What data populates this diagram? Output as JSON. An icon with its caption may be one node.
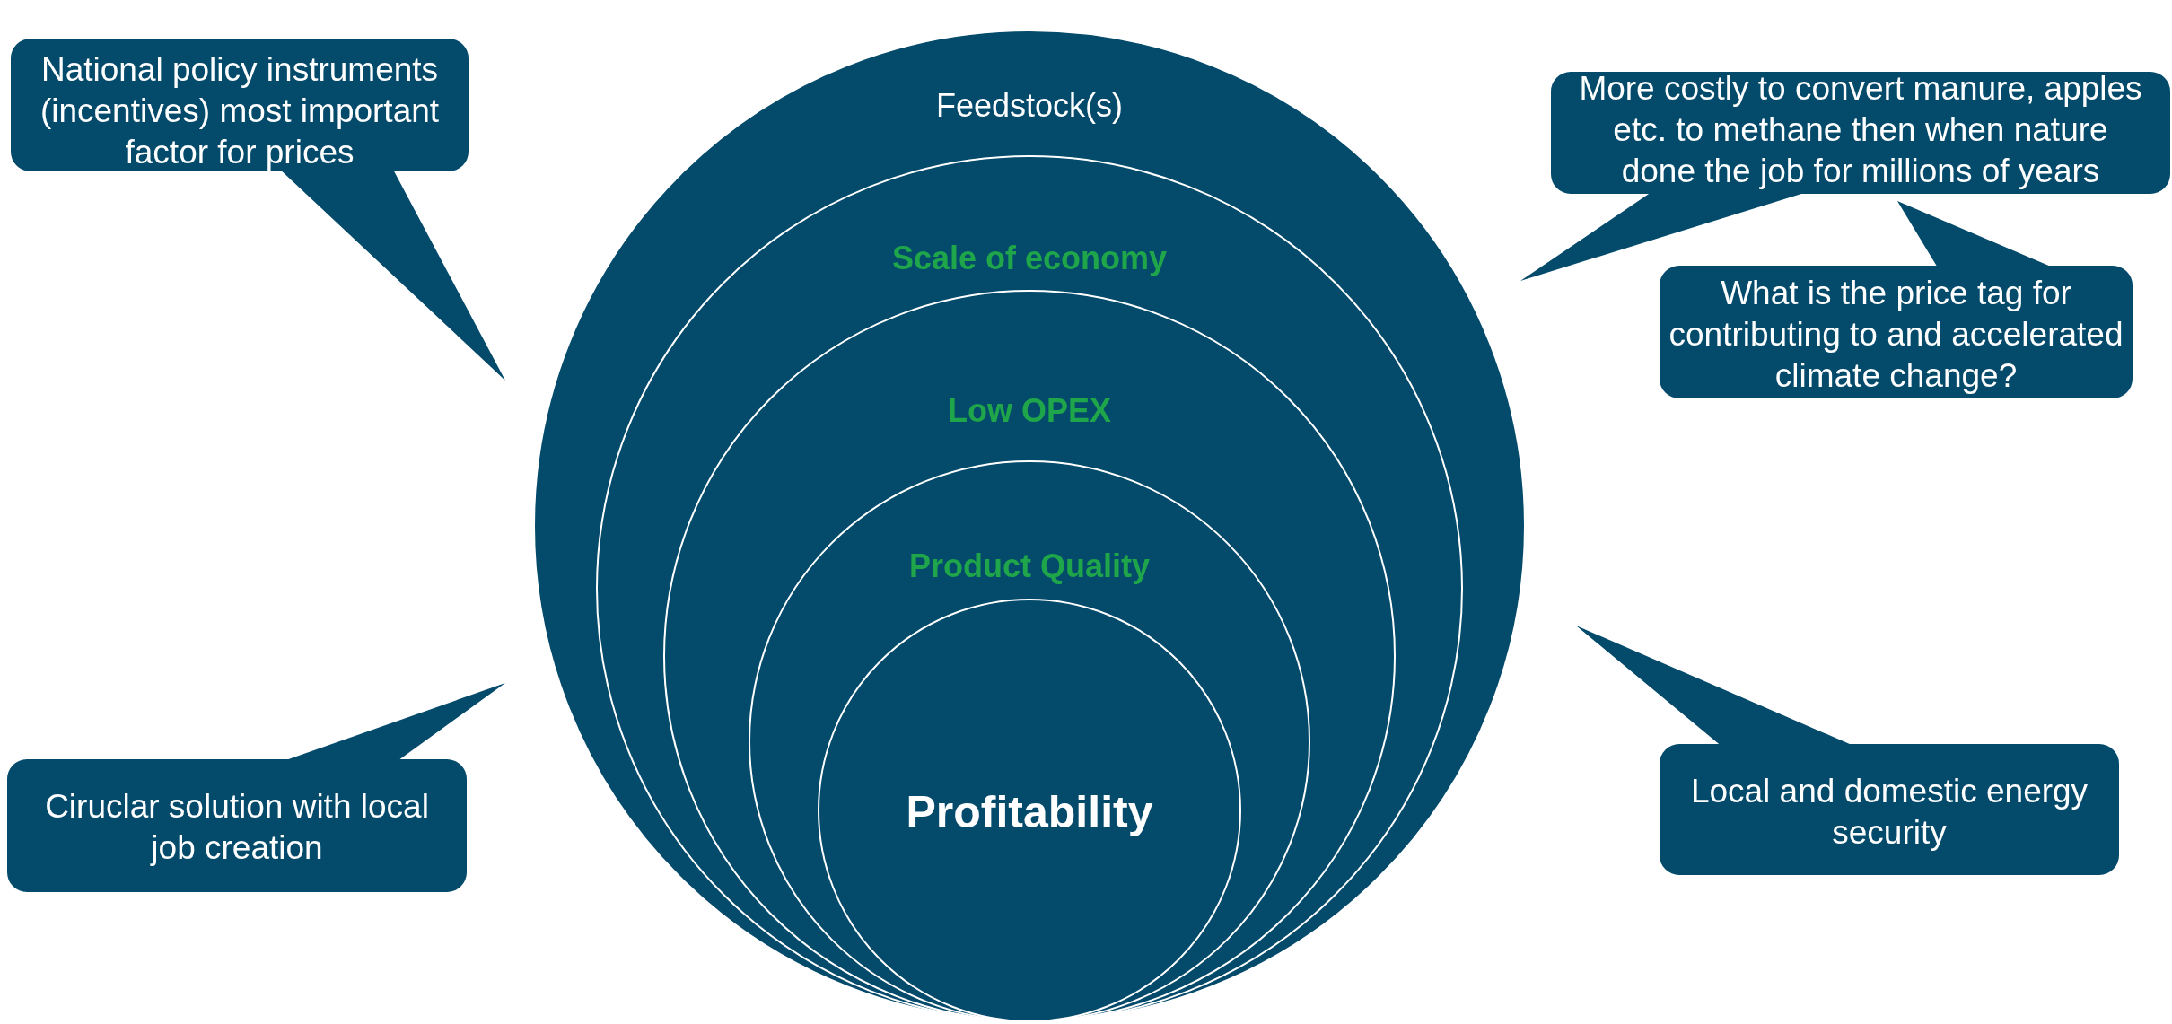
{
  "diagram": {
    "nodes": [
      {
        "text": [
          "National policy instruments (incentives) most important factor for prices"
        ]
      },
      {
        "text": [
          "Feedstock(s)"
        ]
      },
      {
        "text": [
          "Scale of economy"
        ],
        "in": 1
      },
      {
        "text": [
          "Low OPEX"
        ],
        "in": 2
      },
      {
        "text": [
          "Product Quality"
        ],
        "in": 3
      },
      {
        "text": [
          "Profitability"
        ],
        "in": 4
      },
      {
        "text": [
          "More costly to convert manure, apples etc. to methane then when nature done the job for millions of years"
        ]
      },
      {
        "text": [
          "What is the price tag for contributing to and accelerated climate change?"
        ]
      },
      {
        "text": [
          "Ciruclar solution with local job creation"
        ]
      },
      {
        "text": [
          "Local and domestic energy security"
        ]
      }
    ]
  }
}
